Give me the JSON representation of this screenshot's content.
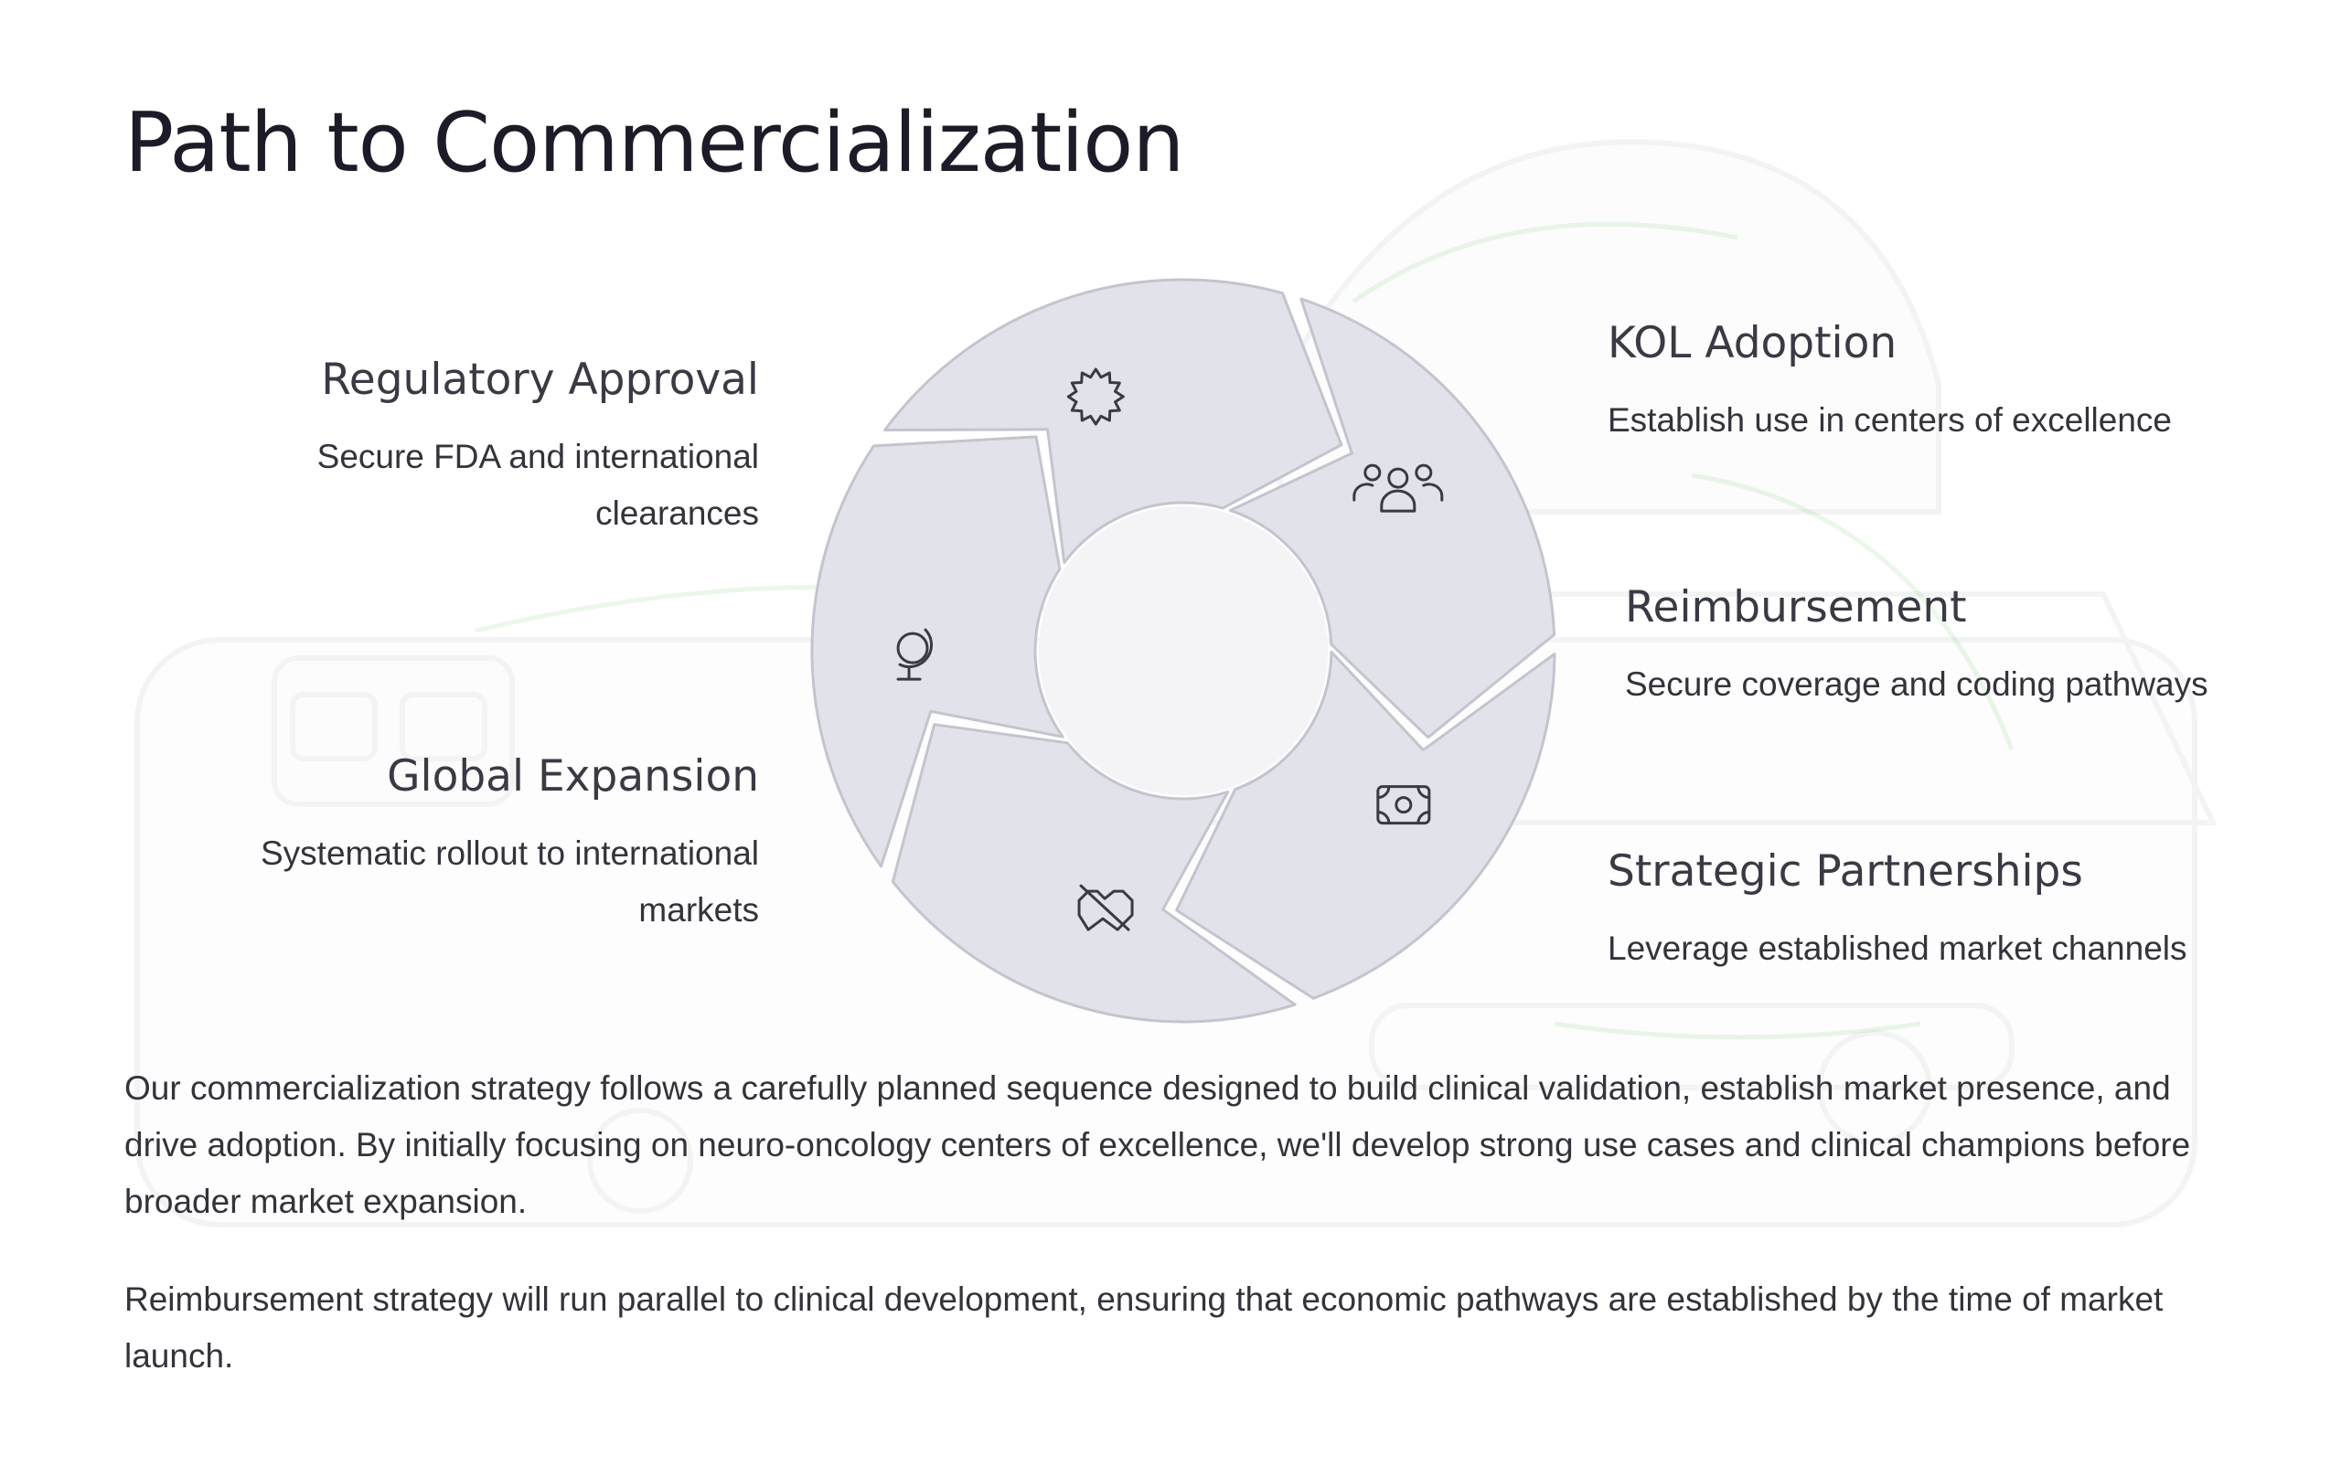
{
  "title": "Path to Commercialization",
  "stages": [
    {
      "name": "Regulatory Approval",
      "description": "Secure FDA and international clearances",
      "icon": "certificate-badge-icon"
    },
    {
      "name": "KOL Adoption",
      "description": "Establish use in centers of excellence",
      "icon": "users-group-icon"
    },
    {
      "name": "Reimbursement",
      "description": "Secure coverage and coding pathways",
      "icon": "banknote-icon"
    },
    {
      "name": "Strategic Partnerships",
      "description": "Leverage established market channels",
      "icon": "handshake-off-icon"
    },
    {
      "name": "Global Expansion",
      "description": "Systematic rollout to international markets",
      "icon": "globe-stand-icon"
    }
  ],
  "paragraphs": [
    "Our commercialization strategy follows a carefully planned sequence designed to build clinical validation, establish market presence, and drive adoption. By initially focusing on neuro-oncology centers of excellence, we'll develop strong use cases and clinical champions before broader market expansion.",
    "Reimbursement strategy will run parallel to clinical development, ensuring that economic pathways are established by the time of market launch."
  ],
  "colors": {
    "segment_fill": "#e2e2ea",
    "segment_stroke": "#c4c4cf",
    "icon_stroke": "#3a3a44",
    "title": "#1c1c28",
    "body_text": "#33333b"
  }
}
